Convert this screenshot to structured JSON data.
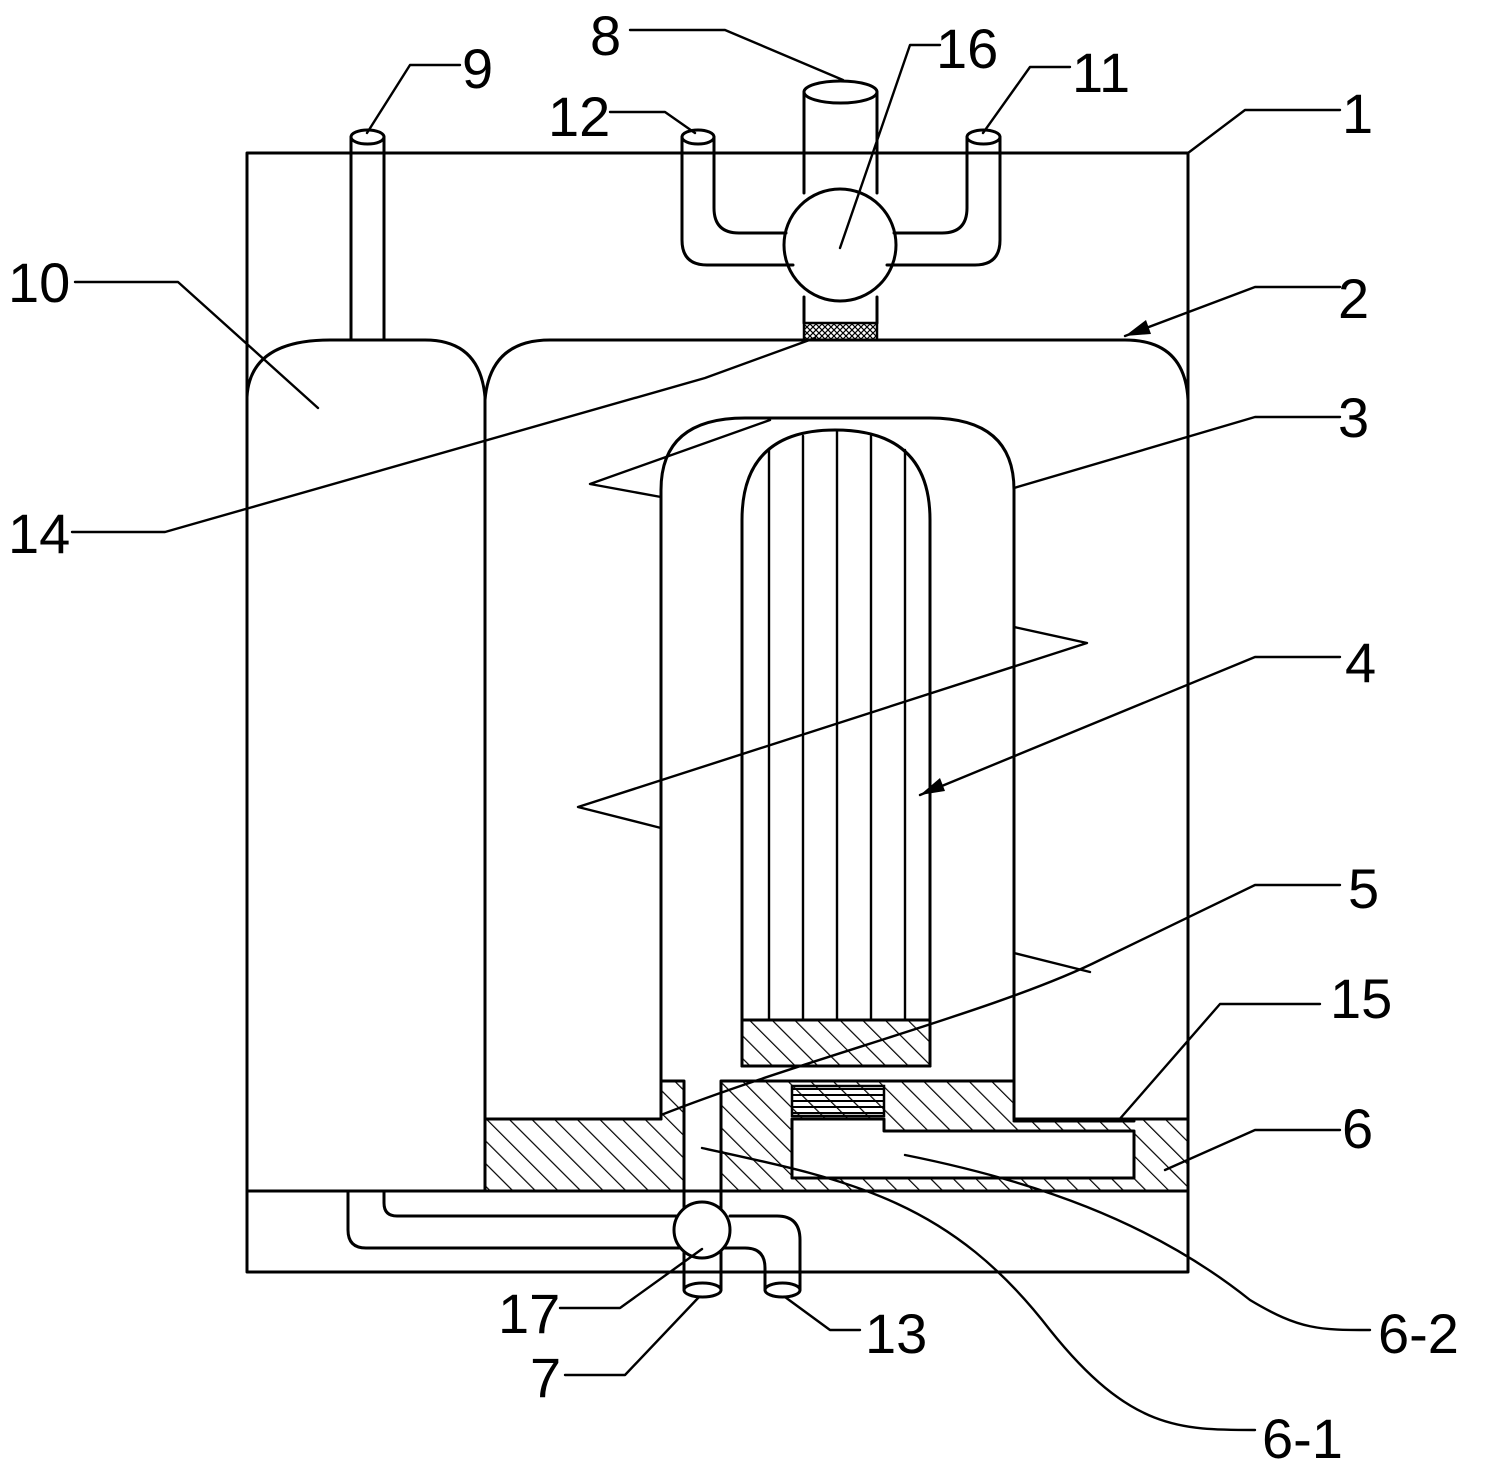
{
  "labels": {
    "l1": "1",
    "l2": "2",
    "l3": "3",
    "l4": "4",
    "l5": "5",
    "l6": "6",
    "l6_1": "6-1",
    "l6_2": "6-2",
    "l7": "7",
    "l8": "8",
    "l9": "9",
    "l10": "10",
    "l11": "11",
    "l12": "12",
    "l13": "13",
    "l14": "14",
    "l15": "15",
    "l16": "16",
    "l17": "17"
  },
  "colors": {
    "line": "#000000",
    "background": "#ffffff"
  }
}
